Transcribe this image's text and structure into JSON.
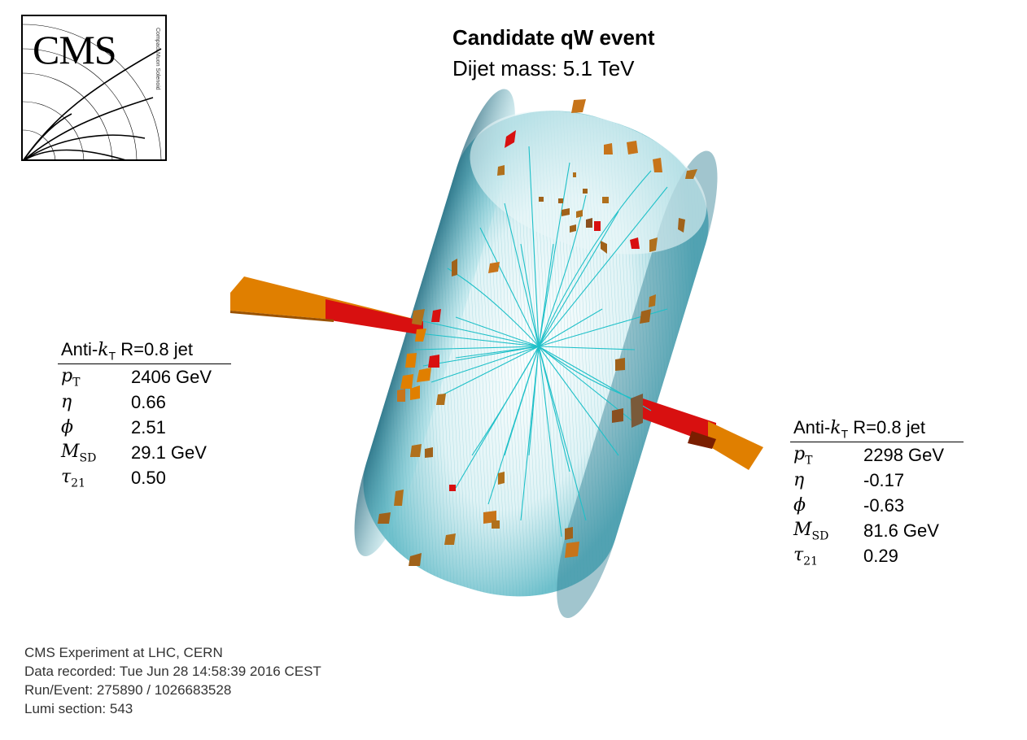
{
  "logo": {
    "text": "CMS",
    "subtext": "Compact Muon Solenoid"
  },
  "title": "Candidate qW event",
  "subtitle": "Dijet mass: 5.1 TeV",
  "colors": {
    "detector_cyan": "#2bb8c4",
    "track": "#1fc0c8",
    "jet_orange": "#e07f00",
    "jet_red": "#d81010",
    "deposit_brown": "#a0621a"
  },
  "jets": [
    {
      "header_prefix": "Anti-",
      "header_k": "k",
      "header_k_sub": "T",
      "header_suffix": " R=0.8 jet",
      "rows": [
        {
          "sym": "p",
          "sub": "T",
          "value": "2406 GeV"
        },
        {
          "sym": "η",
          "sub": "",
          "value": "0.66"
        },
        {
          "sym": "ϕ",
          "sub": "",
          "value": "2.51"
        },
        {
          "sym": "M",
          "sub": "SD",
          "value": "29.1 GeV"
        },
        {
          "sym": "τ",
          "sub": "21",
          "value": "0.50"
        }
      ]
    },
    {
      "header_prefix": "Anti-",
      "header_k": "k",
      "header_k_sub": "T",
      "header_suffix": " R=0.8 jet",
      "rows": [
        {
          "sym": "p",
          "sub": "T",
          "value": "2298 GeV"
        },
        {
          "sym": "η",
          "sub": "",
          "value": "-0.17"
        },
        {
          "sym": "ϕ",
          "sub": "",
          "value": "-0.63"
        },
        {
          "sym": "M",
          "sub": "SD",
          "value": "81.6 GeV"
        },
        {
          "sym": "τ",
          "sub": "21",
          "value": "0.29"
        }
      ]
    }
  ],
  "info": {
    "line1": "CMS Experiment at LHC, CERN",
    "line2": "Data recorded: Tue Jun 28 14:58:39 2016 CEST",
    "line3": "Run/Event: 275890 / 1026683528",
    "line4": "Lumi section: 543"
  }
}
